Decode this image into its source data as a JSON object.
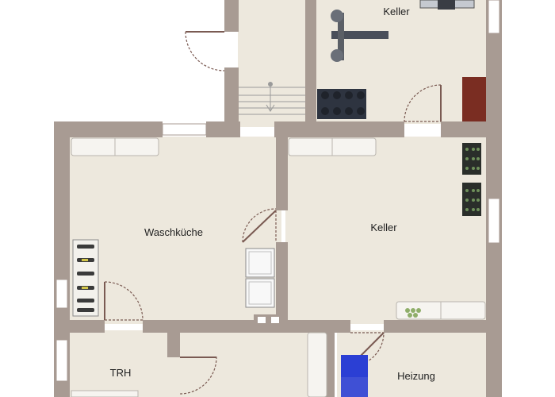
{
  "floor_plan": {
    "rooms": [
      {
        "id": "keller_top",
        "label": "Keller"
      },
      {
        "id": "waschkueche",
        "label": "Waschküche"
      },
      {
        "id": "keller_main",
        "label": "Keller"
      },
      {
        "id": "trh",
        "label": "TRH"
      },
      {
        "id": "heizung",
        "label": "Heizung"
      }
    ]
  },
  "colors": {
    "wall": "#a89b93",
    "floor": "#ede8dd",
    "background": "#ffffff",
    "text": "#222222",
    "heater_accent": "#2b3fd4",
    "shelf": "#7a2d22"
  }
}
